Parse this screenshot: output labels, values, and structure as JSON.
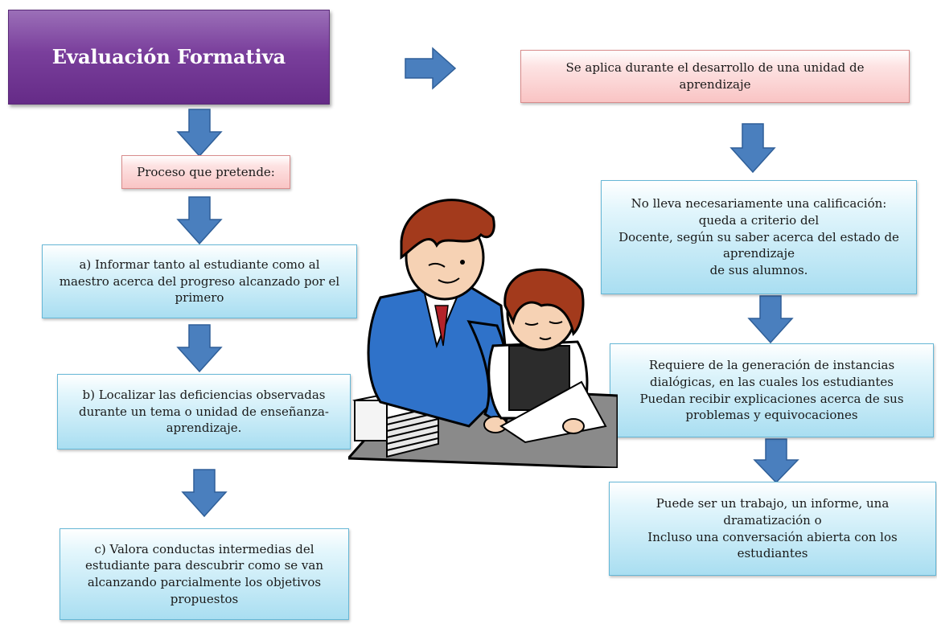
{
  "title": "Evaluación Formativa",
  "left": {
    "proceso": "Proceso que pretende:",
    "a": "a) Informar tanto al estudiante como al\nmaestro acerca del progreso alcanzado  por el\nprimero",
    "b": "b) Localizar las deficiencias observadas\ndurante un tema o unidad de enseñanza-\naprendizaje.",
    "c": "c) Valora conductas intermedias del\nestudiante para descubrir como se van\nalcanzando parcialmente los objetivos\npropuestos"
  },
  "right": {
    "aplica": "Se aplica durante el desarrollo de una unidad de\naprendizaje",
    "calificacion": "No lleva necesariamente una calificación:\nqueda a criterio del\nDocente, según su saber acerca  del estado de\naprendizaje\nde sus alumnos.",
    "requiere": "Requiere de la generación de instancias\ndialógicas, en las cuales los estudiantes\nPuedan recibir explicaciones acerca  de sus\nproblemas y equivocaciones",
    "puede": "Puede ser un trabajo,  un informe, una\ndramatización o\nIncluso una conversación abierta con los\nestudiantes"
  },
  "colors": {
    "title_fill": "#7a3f9c",
    "pink_fill": "#f9c4c4",
    "blue_fill": "#a9def1",
    "arrow_fill": "#4a7fbe"
  },
  "illustration": "teacher-and-student-cartoon"
}
